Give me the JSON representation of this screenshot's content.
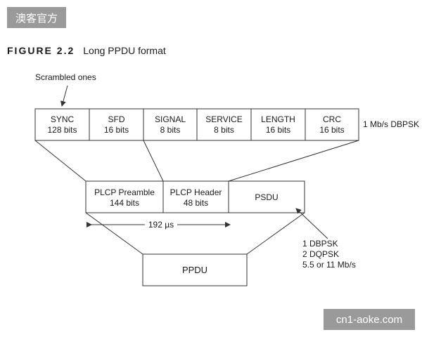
{
  "watermarks": {
    "top_left": "澳客官方",
    "bottom_right": "cn1-aoke.com"
  },
  "figure": {
    "label": "FIGURE 2.2",
    "title": "Long PPDU format"
  },
  "annotation": "Scrambled ones",
  "top_fields": [
    {
      "name": "SYNC",
      "size": "128 bits"
    },
    {
      "name": "SFD",
      "size": "16 bits"
    },
    {
      "name": "SIGNAL",
      "size": "8 bits"
    },
    {
      "name": "SERVICE",
      "size": "8 bits"
    },
    {
      "name": "LENGTH",
      "size": "16 bits"
    },
    {
      "name": "CRC",
      "size": "16 bits"
    }
  ],
  "top_rate": "1 Mb/s DBPSK",
  "middle_fields": [
    {
      "name": "PLCP Preamble",
      "size": "144 bits"
    },
    {
      "name": "PLCP Header",
      "size": "48 bits"
    },
    {
      "name": "PSDU",
      "size": ""
    }
  ],
  "duration": "192 µs",
  "psdu_rates": [
    "1 DBPSK",
    "2 DQPSK",
    "5.5 or 11 Mb/s"
  ],
  "ppdu": "PPDU"
}
